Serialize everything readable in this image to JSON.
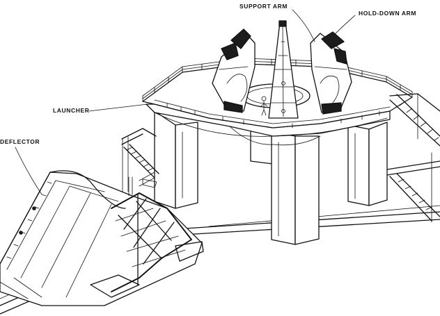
{
  "labels": {
    "support_arm": "SUPPORT ARM",
    "hold_down_arm": "HOLD-DOWN ARM",
    "launcher": "LAUNCHER",
    "deflector": "DEFLECTOR"
  },
  "colors": {
    "ink": "#111111",
    "paper": "#ffffff"
  }
}
